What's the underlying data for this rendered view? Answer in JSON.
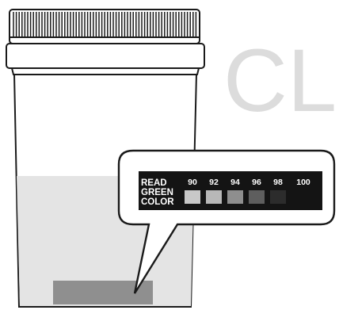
{
  "watermark": {
    "text": "CL"
  },
  "callout": {
    "label_lines": [
      "READ",
      "GREEN",
      "COLOR"
    ],
    "scale_values": [
      "90",
      "92",
      "94",
      "96",
      "98",
      "100"
    ]
  },
  "colors": {
    "background": "#ffffff",
    "outline": "#1a1a1a",
    "liquid": "#e4e4e4",
    "test_strip": "#8f8f8f",
    "chart_panel": "#141414",
    "watermark": "#dcdcdc",
    "swatches": [
      "#c8c8c8",
      "#b8b8b8",
      "#8e8e8e",
      "#5e5e5e",
      "#2c2c2c",
      "#141414"
    ]
  }
}
